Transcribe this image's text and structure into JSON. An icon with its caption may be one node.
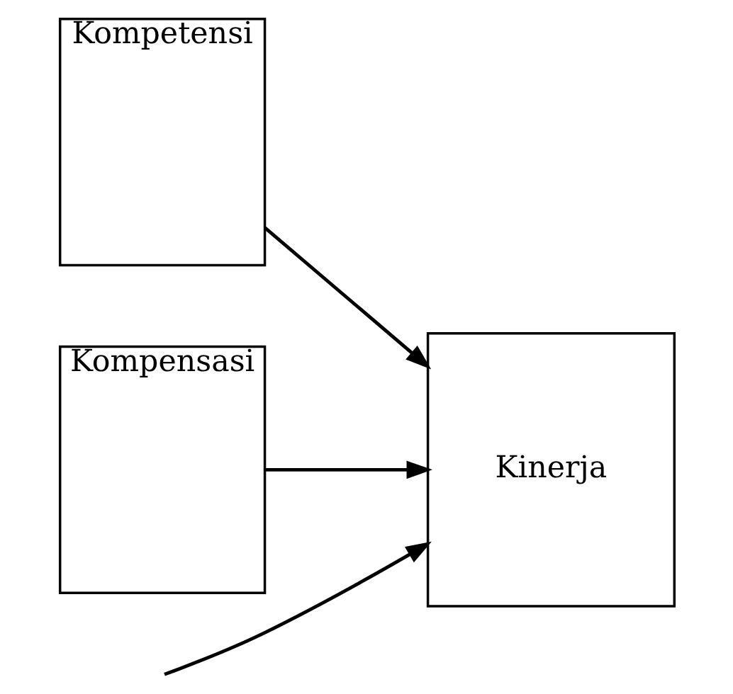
{
  "diagram": {
    "nodes": [
      {
        "text": [
          "Kompetensi"
        ]
      },
      {
        "text": [
          "Kompensasi"
        ]
      },
      {
        "text": [
          "Kinerja"
        ]
      }
    ],
    "edges": [
      {
        "from": 0,
        "to": 2,
        "arrow": "to"
      },
      {
        "from": 1,
        "to": 2,
        "arrow": "to"
      },
      {
        "from": null,
        "to": 2,
        "arrow": "to"
      }
    ]
  }
}
